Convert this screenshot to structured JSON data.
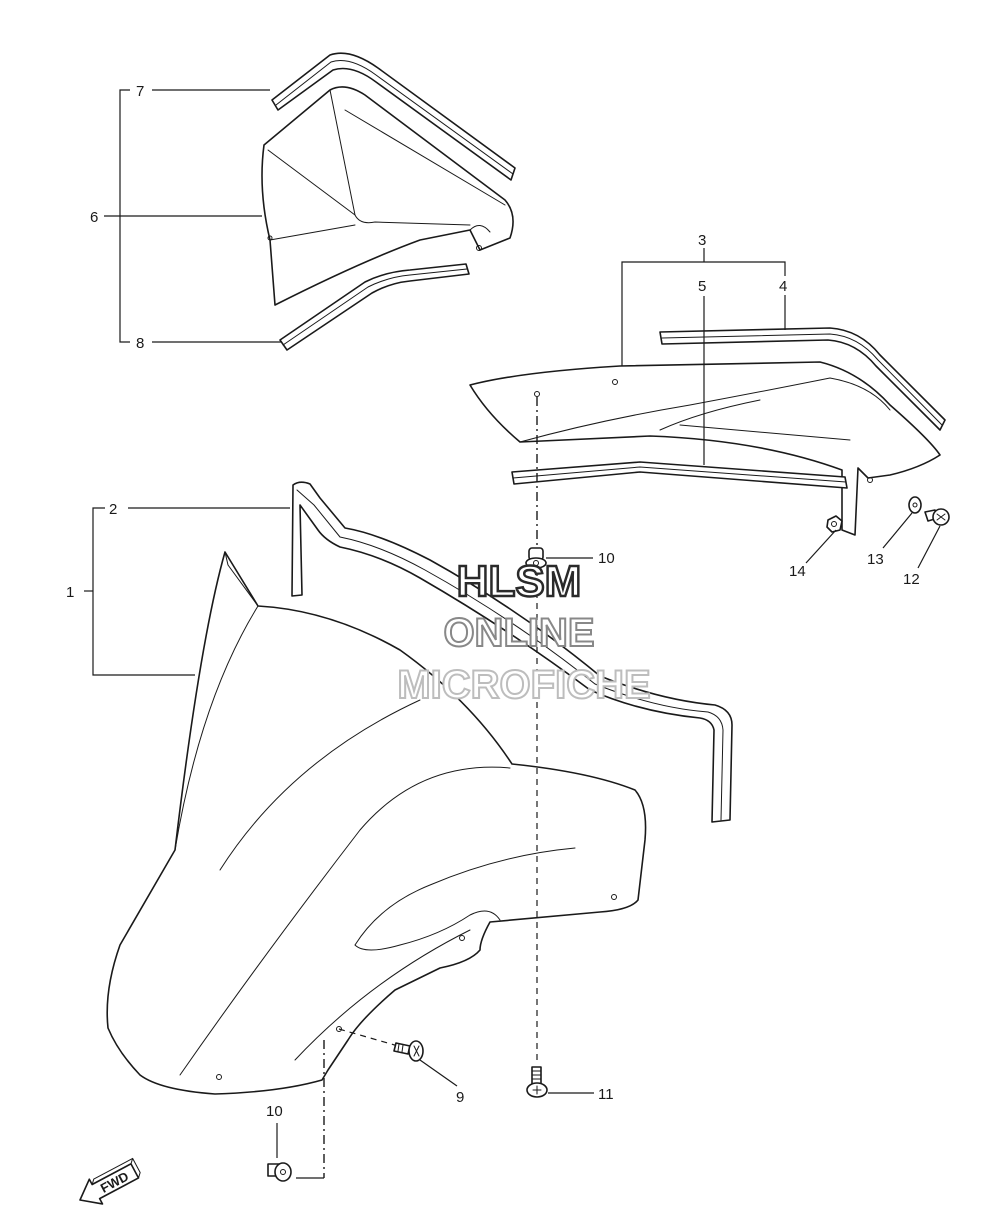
{
  "callouts": {
    "c1": "1",
    "c2": "2",
    "c3": "3",
    "c4": "4",
    "c5": "5",
    "c6": "6",
    "c7": "7",
    "c8": "8",
    "c9": "9",
    "c10a": "10",
    "c10b": "10",
    "c11": "11",
    "c12": "12",
    "c13": "13",
    "c14": "14"
  },
  "watermark": {
    "line1": "HLSM",
    "line2": "ONLINE",
    "line3": "MICROFICHE",
    "colors": {
      "line1": "#2a2a2a",
      "line2": "#888888",
      "line3": "#bdbdbd"
    }
  },
  "fwd_label": "FWD",
  "icons": {
    "fwd": "fwd-arrow-icon"
  },
  "colors": {
    "line": "#1a1a1a",
    "background": "#ffffff"
  }
}
